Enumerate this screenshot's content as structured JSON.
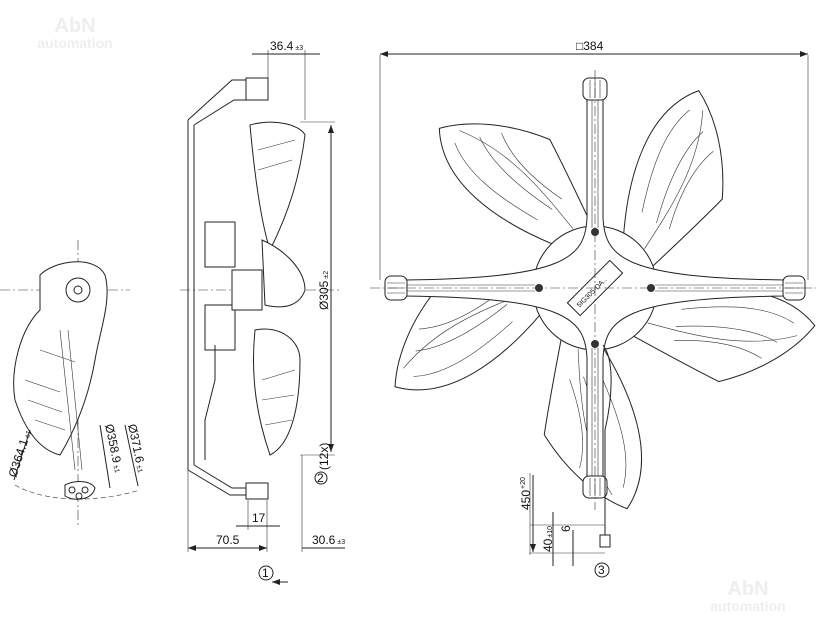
{
  "watermark": {
    "line1": "AbN",
    "line2": "automation"
  },
  "dimensions": {
    "offset_top": {
      "value": "36.4",
      "tol": "±3"
    },
    "square": {
      "value": "□384"
    },
    "dia_305": {
      "value": "Ø305",
      "tol": "±2"
    },
    "dia_364": {
      "value": "Ø364.1",
      "tol": "±1"
    },
    "dia_358": {
      "value": "Ø358.9",
      "tol": "±1"
    },
    "dia_371": {
      "value": "Ø371.6",
      "tol": "±1"
    },
    "d17": {
      "value": "17"
    },
    "d70": {
      "value": "70.5"
    },
    "d30": {
      "value": "30.6",
      "tol": "±3"
    },
    "count": {
      "value": "(12x)"
    },
    "cable": {
      "value": "450",
      "tol": "+20"
    },
    "strip": {
      "value": "40",
      "tol": "±10"
    },
    "d6": {
      "value": "6"
    }
  },
  "callouts": {
    "c1": "1",
    "c2": "2",
    "c3": "3"
  },
  "label_plate": "5IG305-DA.."
}
